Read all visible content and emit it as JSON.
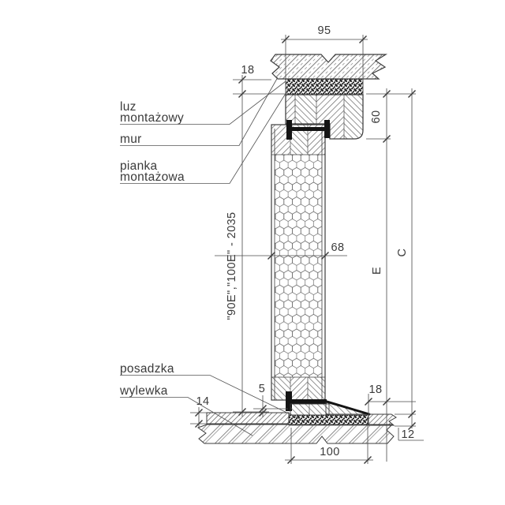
{
  "labels": {
    "luz_line1": "luz",
    "luz_line2": "montażowy",
    "mur": "mur",
    "pianka_line1": "pianka",
    "pianka_line2": "montażowa",
    "posadzka": "posadzka",
    "wylewka": "wylewka"
  },
  "dimensions": {
    "frame_depth": "95",
    "top_gap": "18",
    "head_height": "60",
    "leaf_thickness": "68",
    "leaf_height": "\"90E\",\"100E\" - 2035",
    "opening_height": "E",
    "total_height": "C",
    "threshold_lip": "18",
    "bottom_gap": "5",
    "floor_left_thickness": "14",
    "floor_right_thickness": "12",
    "threshold_width": "100"
  },
  "colors": {
    "line": "#3c3c3c",
    "dimension": "#4a4a4a",
    "seal": "#141414",
    "background": "#ffffff"
  }
}
